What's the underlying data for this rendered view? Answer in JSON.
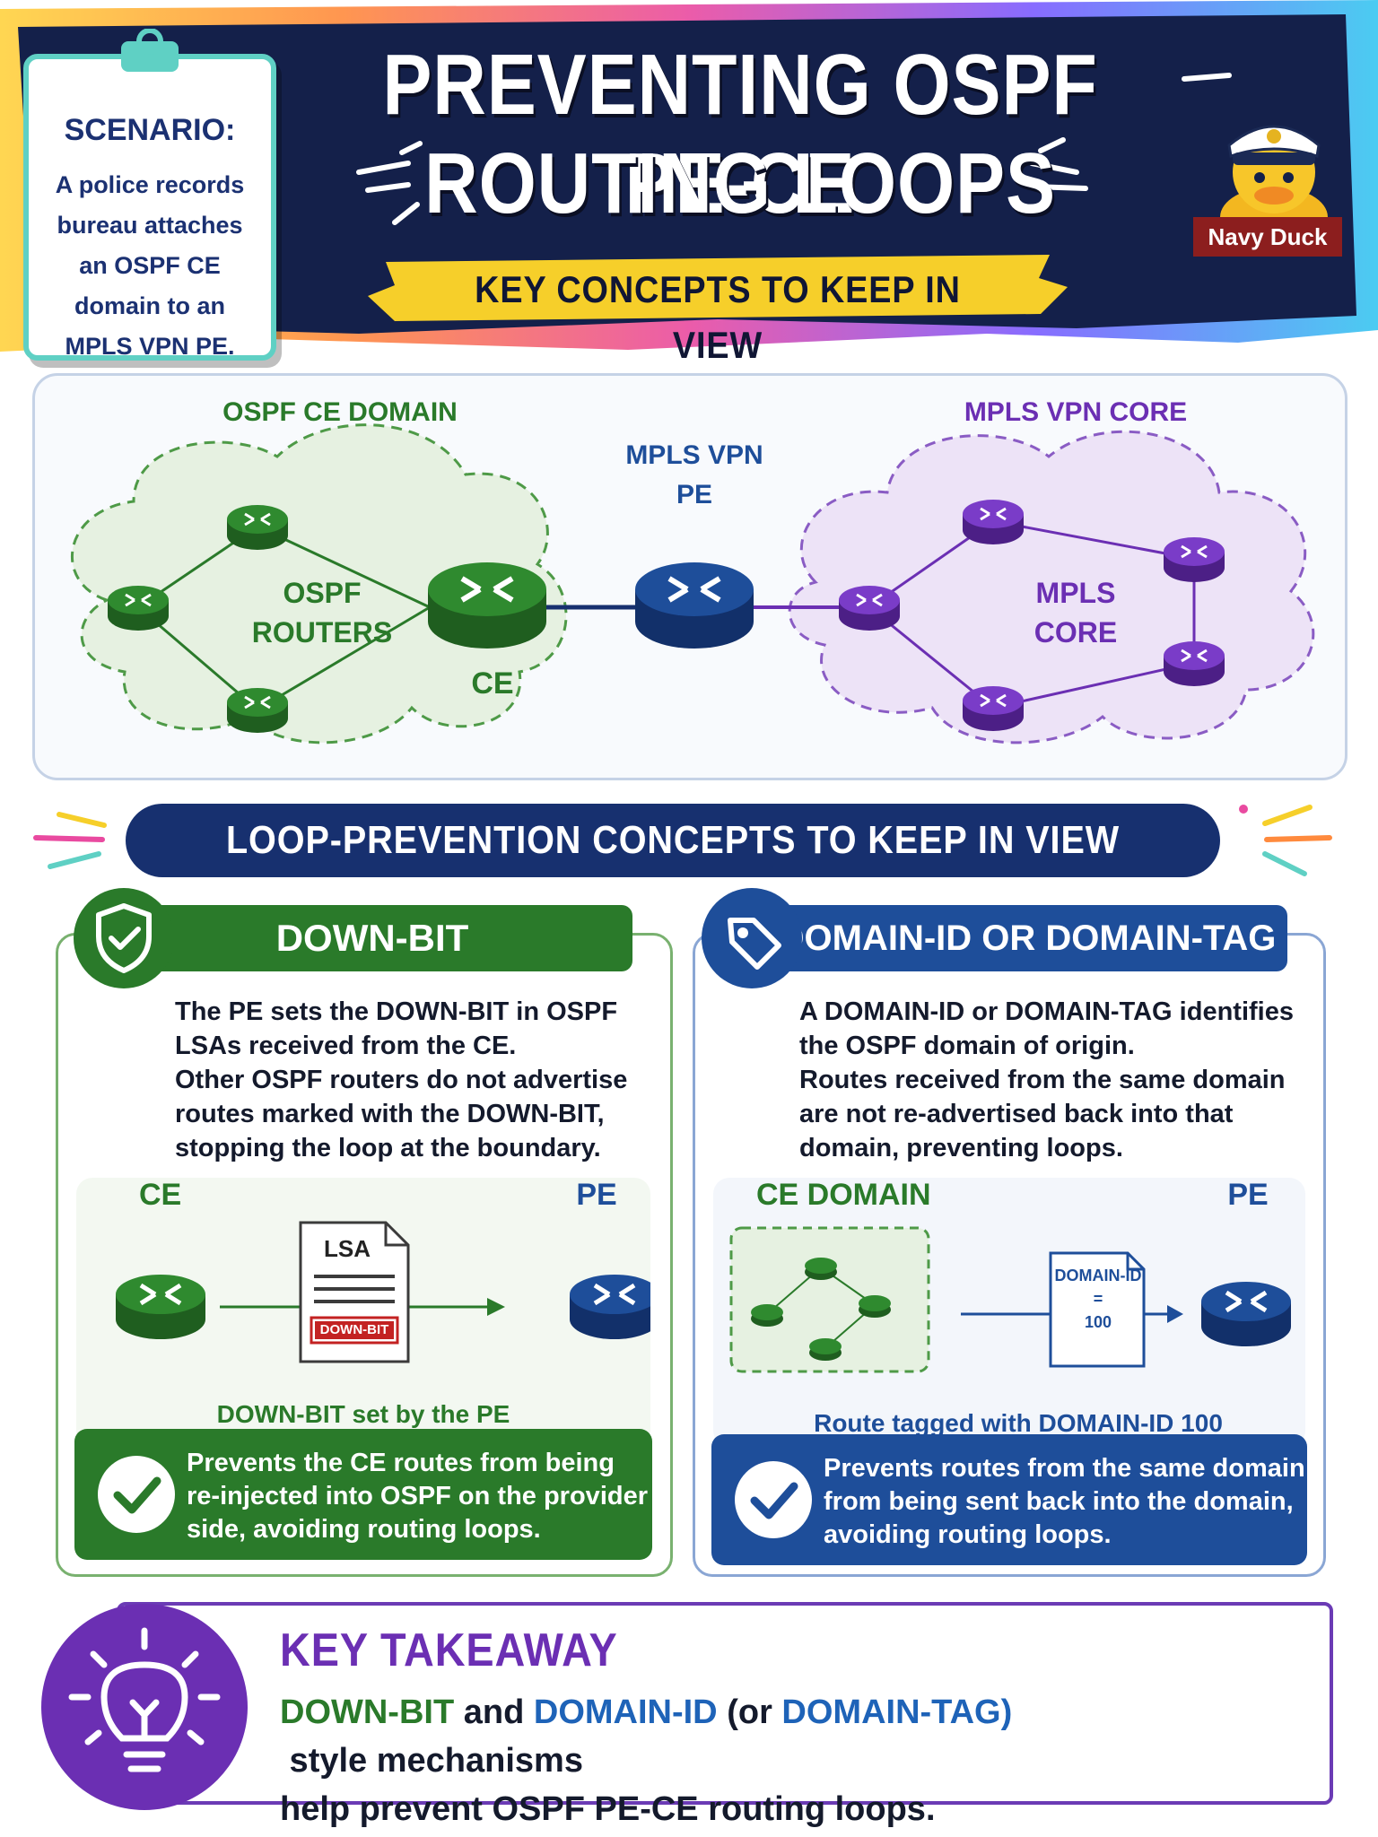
{
  "header": {
    "title_line1": "PREVENTING OSPF PE-CE",
    "title_line2": "ROUTING LOOPS",
    "subtitle": "KEY CONCEPTS TO KEEP IN VIEW",
    "mascot_label": "Navy Duck"
  },
  "scenario": {
    "title": "SCENARIO:",
    "text": "A police records bureau attaches an OSPF CE domain to an MPLS VPN PE."
  },
  "network": {
    "ospf_domain_label": "OSPF CE DOMAIN",
    "ospf_routers_line1": "OSPF",
    "ospf_routers_line2": "ROUTERS",
    "ce_label": "CE",
    "pe_label_line1": "MPLS VPN",
    "pe_label_line2": "PE",
    "mpls_core_title": "MPLS VPN CORE",
    "mpls_core_line1": "MPLS",
    "mpls_core_line2": "CORE"
  },
  "banner": "LOOP-PREVENTION CONCEPTS TO KEEP IN VIEW",
  "down_bit": {
    "title": "DOWN-BIT",
    "body": [
      "The PE sets the DOWN-BIT in OSPF",
      "LSAs received from the CE.",
      "Other OSPF routers do not advertise",
      "routes marked with the DOWN-BIT,",
      "stopping the loop at the boundary."
    ],
    "diagram_ce": "CE",
    "diagram_pe": "PE",
    "lsa_label": "LSA",
    "lsa_tag": "DOWN-BIT",
    "caption": "DOWN-BIT set by the PE",
    "benefit": [
      "Prevents the CE routes from being",
      "re-injected into OSPF on the provider",
      "side, avoiding routing loops."
    ]
  },
  "domain_id": {
    "title": "DOMAIN-ID OR DOMAIN-TAG",
    "body": [
      "A DOMAIN-ID or DOMAIN-TAG identifies",
      "the OSPF domain of origin.",
      "Routes received from the same domain",
      "are not re-advertised back into that",
      "domain, preventing loops."
    ],
    "diagram_domain": "CE DOMAIN",
    "diagram_pe": "PE",
    "tag_line1": "DOMAIN-ID",
    "tag_line2": "=",
    "tag_line3": "100",
    "caption": "Route tagged with DOMAIN-ID 100",
    "benefit": [
      "Prevents routes from the same domain",
      "from being sent back into the domain,",
      "avoiding routing loops."
    ]
  },
  "takeaway": {
    "title": "KEY TAKEAWAY",
    "kw_down_bit": "DOWN-BIT",
    "and": " and ",
    "kw_domain_id": "DOMAIN-ID",
    "or_open": " (or ",
    "kw_domain_tag": "DOMAIN-TAG)",
    "rest_line1": " style mechanisms",
    "line2": "help prevent OSPF PE-CE routing loops."
  },
  "colors": {
    "navy": "#17306f",
    "green": "#2a7a2a",
    "purple": "#6b2fb3",
    "blue": "#1e4e9a",
    "yellow": "#f6cf2a",
    "teal": "#5fd0c4"
  }
}
